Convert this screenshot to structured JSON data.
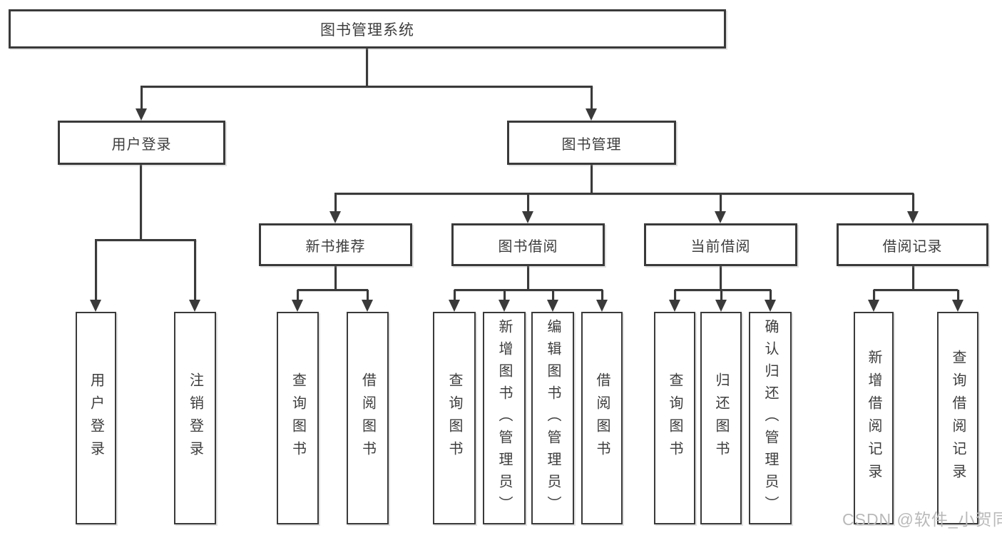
{
  "title": {
    "label": "图书管理系统"
  },
  "tree": {
    "user_login": {
      "label": "用户登录",
      "children": [
        {
          "label": "用户登录"
        },
        {
          "label": "注销登录"
        }
      ]
    },
    "book_mgmt": {
      "label": "图书管理",
      "children": [
        {
          "label": "新书推荐",
          "children": [
            {
              "label": "查询图书"
            },
            {
              "label": "借阅图书"
            }
          ]
        },
        {
          "label": "图书借阅",
          "children": [
            {
              "label": "查询图书"
            },
            {
              "label": "新增图书（管理员）"
            },
            {
              "label": "编辑图书（管理员）"
            },
            {
              "label": "借阅图书"
            }
          ]
        },
        {
          "label": "当前借阅",
          "children": [
            {
              "label": "查询图书"
            },
            {
              "label": "归还图书"
            },
            {
              "label": "确认归还（管理员）"
            }
          ]
        },
        {
          "label": "借阅记录",
          "children": [
            {
              "label": "新增借阅记录"
            },
            {
              "label": "查询借阅记录"
            }
          ]
        }
      ]
    }
  },
  "watermark": {
    "text": "CSDN @软件_小贺同学"
  },
  "colors": {
    "line": "#3a3a3a",
    "text": "#3d3d3d",
    "background": "#ffffff",
    "box_fill": "#ffffff",
    "watermark": "#b9b9b9"
  }
}
